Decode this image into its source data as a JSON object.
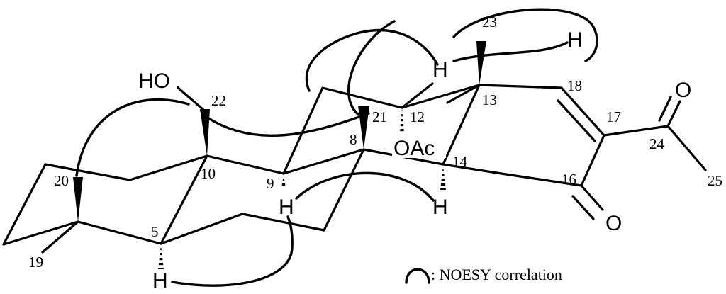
{
  "atom_labels": {
    "ho": "HO",
    "oac": "OAc",
    "h_top": "H",
    "h_12": "H",
    "h_9": "H",
    "h_14": "H",
    "h_5": "H",
    "o_24": "O",
    "o_16": "O"
  },
  "atom_numbers": {
    "c5": "5",
    "c8": "8",
    "c9": "9",
    "c10": "10",
    "c12": "12",
    "c13": "13",
    "c14": "14",
    "c16": "16",
    "c17": "17",
    "c18": "18",
    "c19": "19",
    "c20": "20",
    "c21": "21",
    "c22": "22",
    "c23": "23",
    "c24": "24",
    "c25": "25"
  },
  "legend": {
    "text": ": NOESY correlation"
  }
}
